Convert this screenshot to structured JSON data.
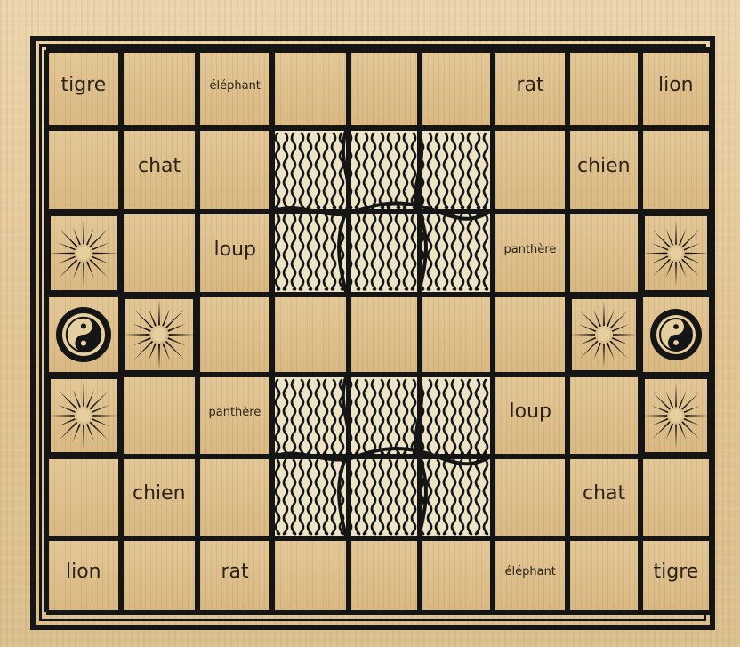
{
  "board": {
    "cells": [
      {
        "row": 0,
        "col": 0,
        "text": "tigre",
        "size": "big"
      },
      {
        "row": 0,
        "col": 2,
        "text": "éléphant",
        "size": "small"
      },
      {
        "row": 0,
        "col": 6,
        "text": "rat",
        "size": "big"
      },
      {
        "row": 0,
        "col": 8,
        "text": "lion",
        "size": "big"
      },
      {
        "row": 1,
        "col": 1,
        "text": "chat",
        "size": "big"
      },
      {
        "row": 1,
        "col": 7,
        "text": "chien",
        "size": "big"
      },
      {
        "row": 2,
        "col": 2,
        "text": "loup",
        "size": "big"
      },
      {
        "row": 2,
        "col": 6,
        "text": "panthère",
        "size": "small"
      },
      {
        "row": 4,
        "col": 2,
        "text": "panthère",
        "size": "small"
      },
      {
        "row": 4,
        "col": 6,
        "text": "loup",
        "size": "big"
      },
      {
        "row": 5,
        "col": 1,
        "text": "chien",
        "size": "big"
      },
      {
        "row": 5,
        "col": 7,
        "text": "chat",
        "size": "big"
      },
      {
        "row": 6,
        "col": 0,
        "text": "lion",
        "size": "big"
      },
      {
        "row": 6,
        "col": 2,
        "text": "rat",
        "size": "big"
      },
      {
        "row": 6,
        "col": 6,
        "text": "éléphant",
        "size": "small"
      },
      {
        "row": 6,
        "col": 8,
        "text": "tigre",
        "size": "big"
      }
    ],
    "traps": [
      {
        "row": 2,
        "col": 0
      },
      {
        "row": 3,
        "col": 1
      },
      {
        "row": 4,
        "col": 0
      },
      {
        "row": 2,
        "col": 8
      },
      {
        "row": 3,
        "col": 7
      },
      {
        "row": 4,
        "col": 8
      }
    ],
    "dens": [
      {
        "row": 3,
        "col": 0,
        "icon": "yin-yang-icon"
      },
      {
        "row": 3,
        "col": 8,
        "icon": "yin-yang-icon"
      }
    ],
    "water": [
      {
        "row": 1,
        "col": 3,
        "rows": 2,
        "cols": 3,
        "icon": "water-pattern"
      },
      {
        "row": 4,
        "col": 3,
        "rows": 2,
        "cols": 3,
        "icon": "water-pattern"
      }
    ],
    "colors": {
      "line": "#151515",
      "paper": "#e3c797",
      "ink": "#2a2218"
    }
  }
}
